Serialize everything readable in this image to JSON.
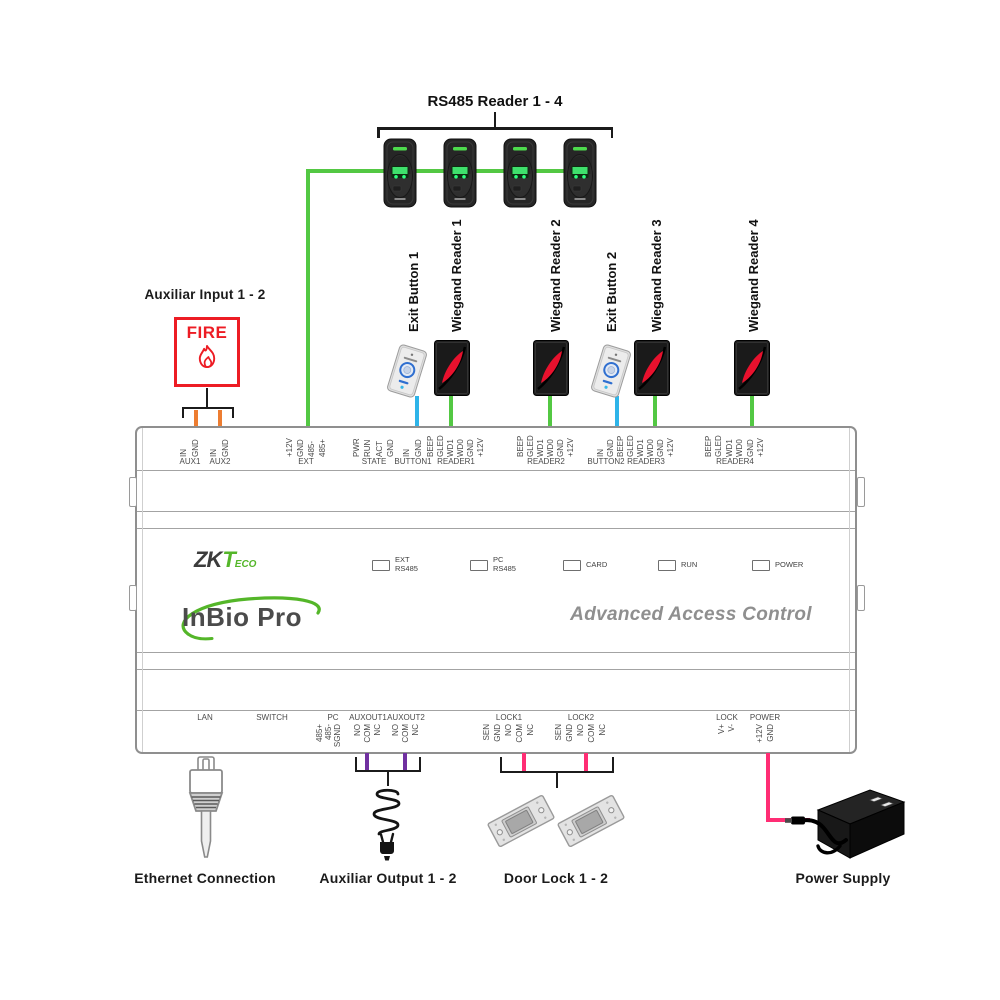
{
  "colors": {
    "green_wire": "#53c843",
    "blue_wire": "#2eb4e9",
    "orange_wire": "#ed7d31",
    "purple_wire": "#7030a0",
    "pink_wire": "#ff2d74",
    "red_fire": "#ed1c24",
    "brand_green": "#54b629"
  },
  "top": {
    "rs485_bracket_label": "RS485 Reader 1 - 4",
    "device_labels": [
      "Exit Button 1",
      "Wiegand Reader 1",
      "Wiegand Reader 2",
      "Exit Button 2",
      "Wiegand Reader 3",
      "Wiegand Reader 4"
    ]
  },
  "aux_input": {
    "label": "Auxiliar Input 1 - 2",
    "fire_label": "FIRE"
  },
  "panel": {
    "brand": {
      "zk": "ZK",
      "t": "T",
      "eco": "ECO"
    },
    "model": "InBio Pro",
    "tagline": "Advanced Access Control",
    "indicators": [
      "EXT\nRS485",
      "PC\nRS485",
      "CARD",
      "RUN",
      "POWER"
    ],
    "top_terminals": [
      {
        "label": "AUX1",
        "pins": [
          "IN",
          "GND"
        ]
      },
      {
        "label": "AUX2",
        "pins": [
          "IN",
          "GND"
        ]
      },
      {
        "label": "EXT",
        "pins": [
          "+12V",
          "GND",
          "485-",
          "485+"
        ]
      },
      {
        "label": "STATE",
        "pins": [
          "PWR",
          "RUN",
          "ACT",
          "GND"
        ]
      },
      {
        "label": "BUTTON1",
        "pins": [
          "IN",
          "GND"
        ]
      },
      {
        "label": "READER1",
        "pins": [
          "BEEP",
          "GLED",
          "WD1",
          "WD0",
          "GND",
          "+12V"
        ]
      },
      {
        "label": "READER2",
        "pins": [
          "BEEP",
          "GLED",
          "WD1",
          "WD0",
          "GND",
          "+12V"
        ]
      },
      {
        "label": "BUTTON2",
        "pins": [
          "IN",
          "GND"
        ]
      },
      {
        "label": "READER3",
        "pins": [
          "BEEP",
          "GLED",
          "WD1",
          "WD0",
          "GND",
          "+12V"
        ]
      },
      {
        "label": "READER4",
        "pins": [
          "BEEP",
          "GLED",
          "WD1",
          "WD0",
          "GND",
          "+12V"
        ]
      }
    ],
    "bottom_terminals": [
      {
        "label": "LAN",
        "pins": []
      },
      {
        "label": "SWITCH",
        "pins": []
      },
      {
        "label": "PC",
        "pins": [
          "485+",
          "485-",
          "SGND"
        ]
      },
      {
        "label": "AUXOUT1",
        "pins": [
          "NO",
          "COM",
          "NC"
        ]
      },
      {
        "label": "AUXOUT2",
        "pins": [
          "NO",
          "COM",
          "NC"
        ]
      },
      {
        "label": "LOCK1",
        "pins": [
          "SEN",
          "GND",
          "NO",
          "COM",
          "NC"
        ]
      },
      {
        "label": "LOCK2",
        "pins": [
          "SEN",
          "GND",
          "NO",
          "COM",
          "NC"
        ]
      },
      {
        "label": "LOCK",
        "pins": [
          "V+",
          "V-"
        ]
      },
      {
        "label": "POWER",
        "pins": [
          "+12V",
          "GND"
        ]
      }
    ]
  },
  "bottom_devices": {
    "ethernet_label": "Ethernet Connection",
    "aux_output_label": "Auxiliar Output 1 - 2",
    "door_lock_label": "Door Lock 1 - 2",
    "power_supply_label": "Power Supply"
  }
}
